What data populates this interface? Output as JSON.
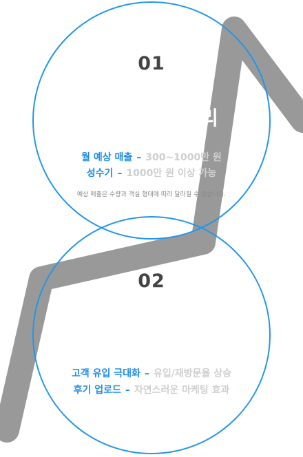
{
  "sections": [
    {
      "number": "01",
      "title_lines": [
        "서비",
        "리"
      ],
      "rows": [
        {
          "label": "월 예상 매출",
          "sep": "–",
          "value": "300~1000만 원"
        },
        {
          "label": "성수기",
          "sep": "–",
          "value": "1000만 원 이상 가능"
        }
      ],
      "note": "예상 매출은 수량과 객실 형태에 따라 달라질 수 있습니다."
    },
    {
      "number": "02",
      "rows": [
        {
          "label": "고객 유입 극대화",
          "sep": "–",
          "value": "유입/재방문율 상승"
        },
        {
          "label": "후기 업로드",
          "sep": "–",
          "value": "자연스러운 마케팅 효과"
        }
      ]
    }
  ],
  "colors": {
    "accent": "#1e8de6",
    "arrow": "#999999",
    "circle": "#2496e8"
  }
}
